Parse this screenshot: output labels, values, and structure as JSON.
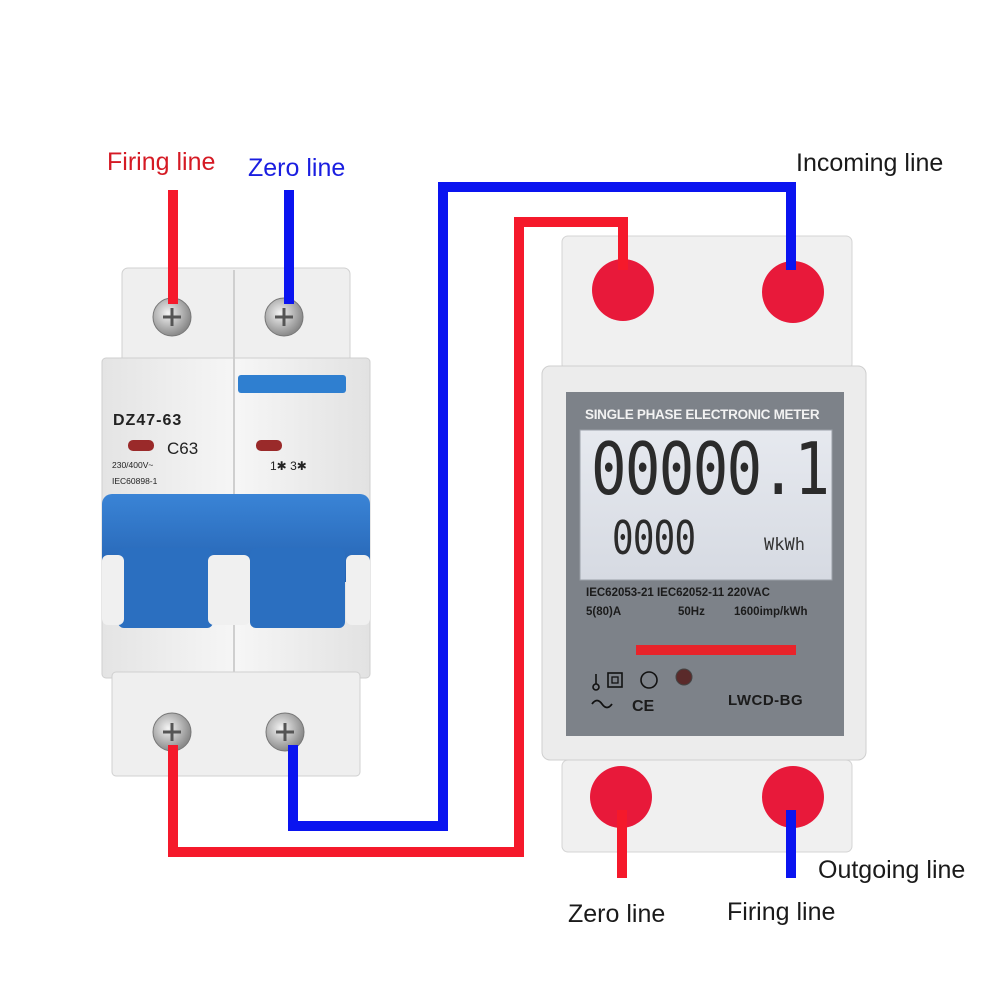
{
  "labels": {
    "firing_line_top": "Firing line",
    "zero_line_top": "Zero line",
    "incoming_line": "Incoming line",
    "outgoing_line": "Outgoing line",
    "zero_line_bottom": "Zero line",
    "firing_line_bottom": "Firing line"
  },
  "breaker": {
    "model": "DZ47-63",
    "rating": "C63",
    "voltage": "230/400V~",
    "standard": "IEC60898-1",
    "poles_marking": "1✱ 3✱"
  },
  "meter": {
    "title": "SINGLE PHASE ELECTRONIC METER",
    "reading_main": "00000.1",
    "reading_secondary": "0000",
    "unit": "WkWh",
    "standards": "IEC62053-21 IEC62052-11 220VAC",
    "current": "5(80)A",
    "frequency": "50Hz",
    "impulse": "1600imp/kWh",
    "brand": "LWCD-BG",
    "ce_mark": "CE"
  },
  "colors": {
    "firing_wire": "#f5192b",
    "zero_wire": "#0a14f0",
    "terminal_red": "#e8193a",
    "breaker_handle": "#2f78c8",
    "meter_body": "#ececec",
    "lcd_background": "#dfe3ea"
  }
}
